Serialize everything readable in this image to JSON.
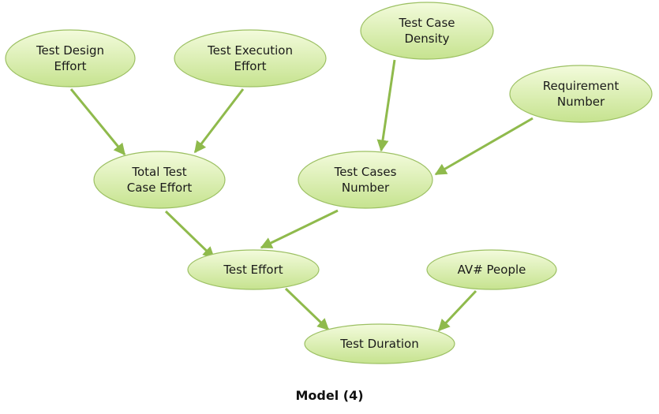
{
  "colors": {
    "node_fill_top": "#f3fbdc",
    "node_fill_bottom": "#c6e38f",
    "node_stroke": "#9cc063",
    "arrow": "#8fba4c"
  },
  "nodes": [
    {
      "id": "test-design-effort",
      "lines": [
        "Test Design",
        "Effort"
      ]
    },
    {
      "id": "test-execution-effort",
      "lines": [
        "Test Execution",
        "Effort"
      ]
    },
    {
      "id": "test-case-density",
      "lines": [
        "Test Case",
        "Density"
      ]
    },
    {
      "id": "requirement-number",
      "lines": [
        "Requirement",
        "Number"
      ]
    },
    {
      "id": "total-test-case-effort",
      "lines": [
        "Total Test",
        "Case Effort"
      ]
    },
    {
      "id": "test-cases-number",
      "lines": [
        "Test Cases",
        "Number"
      ]
    },
    {
      "id": "test-effort",
      "lines": [
        "Test Effort"
      ]
    },
    {
      "id": "av-people",
      "lines": [
        "AV# People"
      ]
    },
    {
      "id": "test-duration",
      "lines": [
        "Test Duration"
      ]
    }
  ],
  "edges": [
    {
      "from": "test-design-effort",
      "to": "total-test-case-effort"
    },
    {
      "from": "test-execution-effort",
      "to": "total-test-case-effort"
    },
    {
      "from": "test-case-density",
      "to": "test-cases-number"
    },
    {
      "from": "requirement-number",
      "to": "test-cases-number"
    },
    {
      "from": "total-test-case-effort",
      "to": "test-effort"
    },
    {
      "from": "test-cases-number",
      "to": "test-effort"
    },
    {
      "from": "test-effort",
      "to": "test-duration"
    },
    {
      "from": "av-people",
      "to": "test-duration"
    }
  ],
  "caption": "Model (4)"
}
